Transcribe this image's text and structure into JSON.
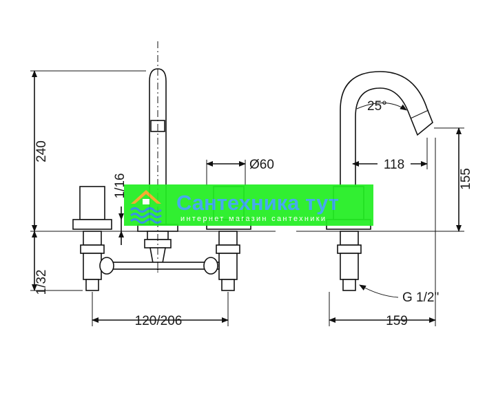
{
  "dimensions": {
    "height_total": "240",
    "height_spout": "155",
    "handle_height": "1/16",
    "mount_depth": "1/32",
    "handle_diameter": "Ø60",
    "spout_reach": "118",
    "spout_angle": "25°",
    "spread": "120/206",
    "depth_total": "159",
    "thread": "G 1/2\""
  },
  "watermark": {
    "title": "Сантехника тут",
    "subtitle": "интернет магазин сантехники",
    "colors": {
      "band": "#22ee22",
      "accent": "#f5a623",
      "wave": "#2a8be0",
      "title": "#3aa3ee",
      "subtitle": "#ffffff"
    }
  }
}
